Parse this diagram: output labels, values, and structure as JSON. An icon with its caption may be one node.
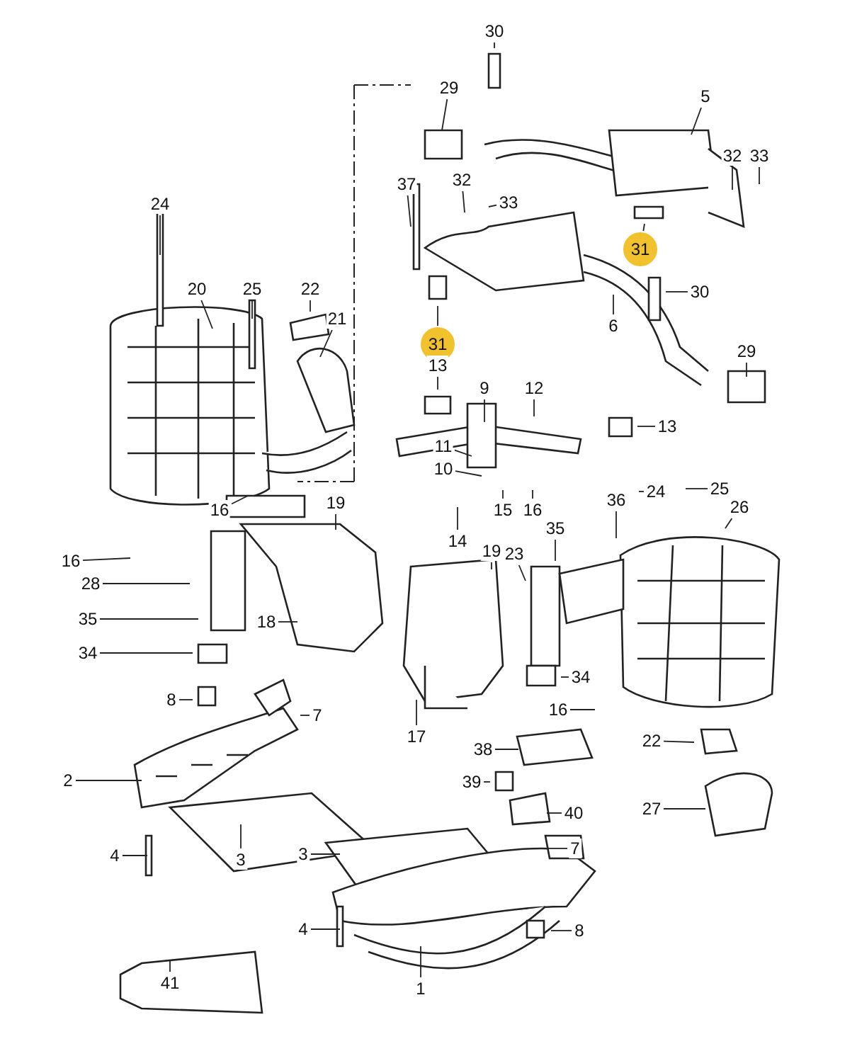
{
  "diagram": {
    "nodes": [
      {
        "text": [
          "30"
        ]
      },
      {
        "text": [
          "29"
        ]
      },
      {
        "text": [
          "5"
        ]
      },
      {
        "text": [
          "32"
        ]
      },
      {
        "text": [
          "33"
        ]
      },
      {
        "text": [
          "37"
        ]
      },
      {
        "text": [
          "32"
        ]
      },
      {
        "text": [
          "33"
        ]
      },
      {
        "text": [
          "31"
        ]
      },
      {
        "text": [
          "30"
        ]
      },
      {
        "text": [
          "6"
        ]
      },
      {
        "text": [
          "31"
        ]
      },
      {
        "text": [
          "24"
        ]
      },
      {
        "text": [
          "20"
        ]
      },
      {
        "text": [
          "25"
        ]
      },
      {
        "text": [
          "22"
        ]
      },
      {
        "text": [
          "21"
        ]
      },
      {
        "text": [
          "29"
        ]
      },
      {
        "text": [
          "13"
        ]
      },
      {
        "text": [
          "9"
        ]
      },
      {
        "text": [
          "12"
        ]
      },
      {
        "text": [
          "13"
        ]
      },
      {
        "text": [
          "11"
        ]
      },
      {
        "text": [
          "10"
        ]
      },
      {
        "text": [
          "15"
        ]
      },
      {
        "text": [
          "16"
        ]
      },
      {
        "text": [
          "14"
        ]
      },
      {
        "text": [
          "19"
        ]
      },
      {
        "text": [
          "36"
        ]
      },
      {
        "text": [
          "24"
        ]
      },
      {
        "text": [
          "25"
        ]
      },
      {
        "text": [
          "26"
        ]
      },
      {
        "text": [
          "16"
        ]
      },
      {
        "text": [
          "19"
        ]
      },
      {
        "text": [
          "16"
        ]
      },
      {
        "text": [
          "28"
        ]
      },
      {
        "text": [
          "35"
        ]
      },
      {
        "text": [
          "34"
        ]
      },
      {
        "text": [
          "18"
        ]
      },
      {
        "text": [
          "35"
        ]
      },
      {
        "text": [
          "23"
        ]
      },
      {
        "text": [
          "34"
        ]
      },
      {
        "text": [
          "16"
        ]
      },
      {
        "text": [
          "8"
        ]
      },
      {
        "text": [
          "7"
        ]
      },
      {
        "text": [
          "2"
        ]
      },
      {
        "text": [
          "3"
        ]
      },
      {
        "text": [
          "4"
        ]
      },
      {
        "text": [
          "17"
        ]
      },
      {
        "text": [
          "38"
        ]
      },
      {
        "text": [
          "39"
        ]
      },
      {
        "text": [
          "40"
        ]
      },
      {
        "text": [
          "22"
        ]
      },
      {
        "text": [
          "27"
        ]
      },
      {
        "text": [
          "3"
        ]
      },
      {
        "text": [
          "7"
        ]
      },
      {
        "text": [
          "4"
        ]
      },
      {
        "text": [
          "8"
        ]
      },
      {
        "text": [
          "1"
        ]
      },
      {
        "text": [
          "41"
        ]
      }
    ],
    "edges": [
      {
        "from": 0,
        "to": null,
        "arrow": "none"
      },
      {
        "from": 1,
        "to": null,
        "arrow": "none"
      },
      {
        "from": 2,
        "to": null,
        "arrow": "none"
      },
      {
        "from": 3,
        "to": null,
        "arrow": "none"
      },
      {
        "from": 4,
        "to": null,
        "arrow": "none"
      },
      {
        "from": 5,
        "to": null,
        "arrow": "none"
      },
      {
        "from": 6,
        "to": null,
        "arrow": "none"
      },
      {
        "from": 7,
        "to": null,
        "arrow": "none"
      },
      {
        "from": 8,
        "to": null,
        "arrow": "none"
      },
      {
        "from": 9,
        "to": null,
        "arrow": "none"
      },
      {
        "from": 10,
        "to": null,
        "arrow": "none"
      },
      {
        "from": 11,
        "to": null,
        "arrow": "none"
      },
      {
        "from": 12,
        "to": null,
        "arrow": "none"
      },
      {
        "from": 13,
        "to": null,
        "arrow": "none"
      },
      {
        "from": 14,
        "to": null,
        "arrow": "none"
      },
      {
        "from": 15,
        "to": null,
        "arrow": "none"
      },
      {
        "from": 16,
        "to": null,
        "arrow": "none"
      },
      {
        "from": 17,
        "to": null,
        "arrow": "none"
      },
      {
        "from": 18,
        "to": null,
        "arrow": "none"
      },
      {
        "from": 19,
        "to": null,
        "arrow": "none"
      },
      {
        "from": 20,
        "to": null,
        "arrow": "none"
      },
      {
        "from": 21,
        "to": null,
        "arrow": "none"
      },
      {
        "from": 22,
        "to": null,
        "arrow": "none"
      },
      {
        "from": 23,
        "to": null,
        "arrow": "none"
      },
      {
        "from": 24,
        "to": null,
        "arrow": "none"
      },
      {
        "from": 25,
        "to": null,
        "arrow": "none"
      },
      {
        "from": 26,
        "to": null,
        "arrow": "none"
      },
      {
        "from": 27,
        "to": null,
        "arrow": "none"
      },
      {
        "from": 28,
        "to": null,
        "arrow": "none"
      },
      {
        "from": 29,
        "to": null,
        "arrow": "none"
      },
      {
        "from": 30,
        "to": null,
        "arrow": "none"
      },
      {
        "from": 31,
        "to": null,
        "arrow": "none"
      },
      {
        "from": 32,
        "to": null,
        "arrow": "none"
      },
      {
        "from": 33,
        "to": null,
        "arrow": "none"
      },
      {
        "from": 34,
        "to": null,
        "arrow": "none"
      },
      {
        "from": 35,
        "to": null,
        "arrow": "none"
      },
      {
        "from": 36,
        "to": null,
        "arrow": "none"
      },
      {
        "from": 37,
        "to": null,
        "arrow": "none"
      },
      {
        "from": 38,
        "to": null,
        "arrow": "none"
      },
      {
        "from": 39,
        "to": null,
        "arrow": "none"
      },
      {
        "from": 40,
        "to": null,
        "arrow": "none"
      },
      {
        "from": 41,
        "to": null,
        "arrow": "none"
      },
      {
        "from": 42,
        "to": null,
        "arrow": "none"
      },
      {
        "from": 43,
        "to": null,
        "arrow": "none"
      },
      {
        "from": 44,
        "to": null,
        "arrow": "none"
      },
      {
        "from": 45,
        "to": null,
        "arrow": "none"
      },
      {
        "from": 46,
        "to": null,
        "arrow": "none"
      },
      {
        "from": 47,
        "to": null,
        "arrow": "none"
      },
      {
        "from": 48,
        "to": null,
        "arrow": "none"
      },
      {
        "from": 49,
        "to": null,
        "arrow": "none"
      },
      {
        "from": 50,
        "to": null,
        "arrow": "none"
      },
      {
        "from": 51,
        "to": null,
        "arrow": "none"
      },
      {
        "from": 52,
        "to": null,
        "arrow": "none"
      },
      {
        "from": 53,
        "to": null,
        "arrow": "none"
      },
      {
        "from": 54,
        "to": null,
        "arrow": "none"
      },
      {
        "from": 55,
        "to": null,
        "arrow": "none"
      },
      {
        "from": 56,
        "to": null,
        "arrow": "none"
      },
      {
        "from": 57,
        "to": null,
        "arrow": "none"
      },
      {
        "from": 58,
        "to": null,
        "arrow": "none"
      },
      {
        "from": 59,
        "to": null,
        "arrow": "none"
      }
    ]
  }
}
